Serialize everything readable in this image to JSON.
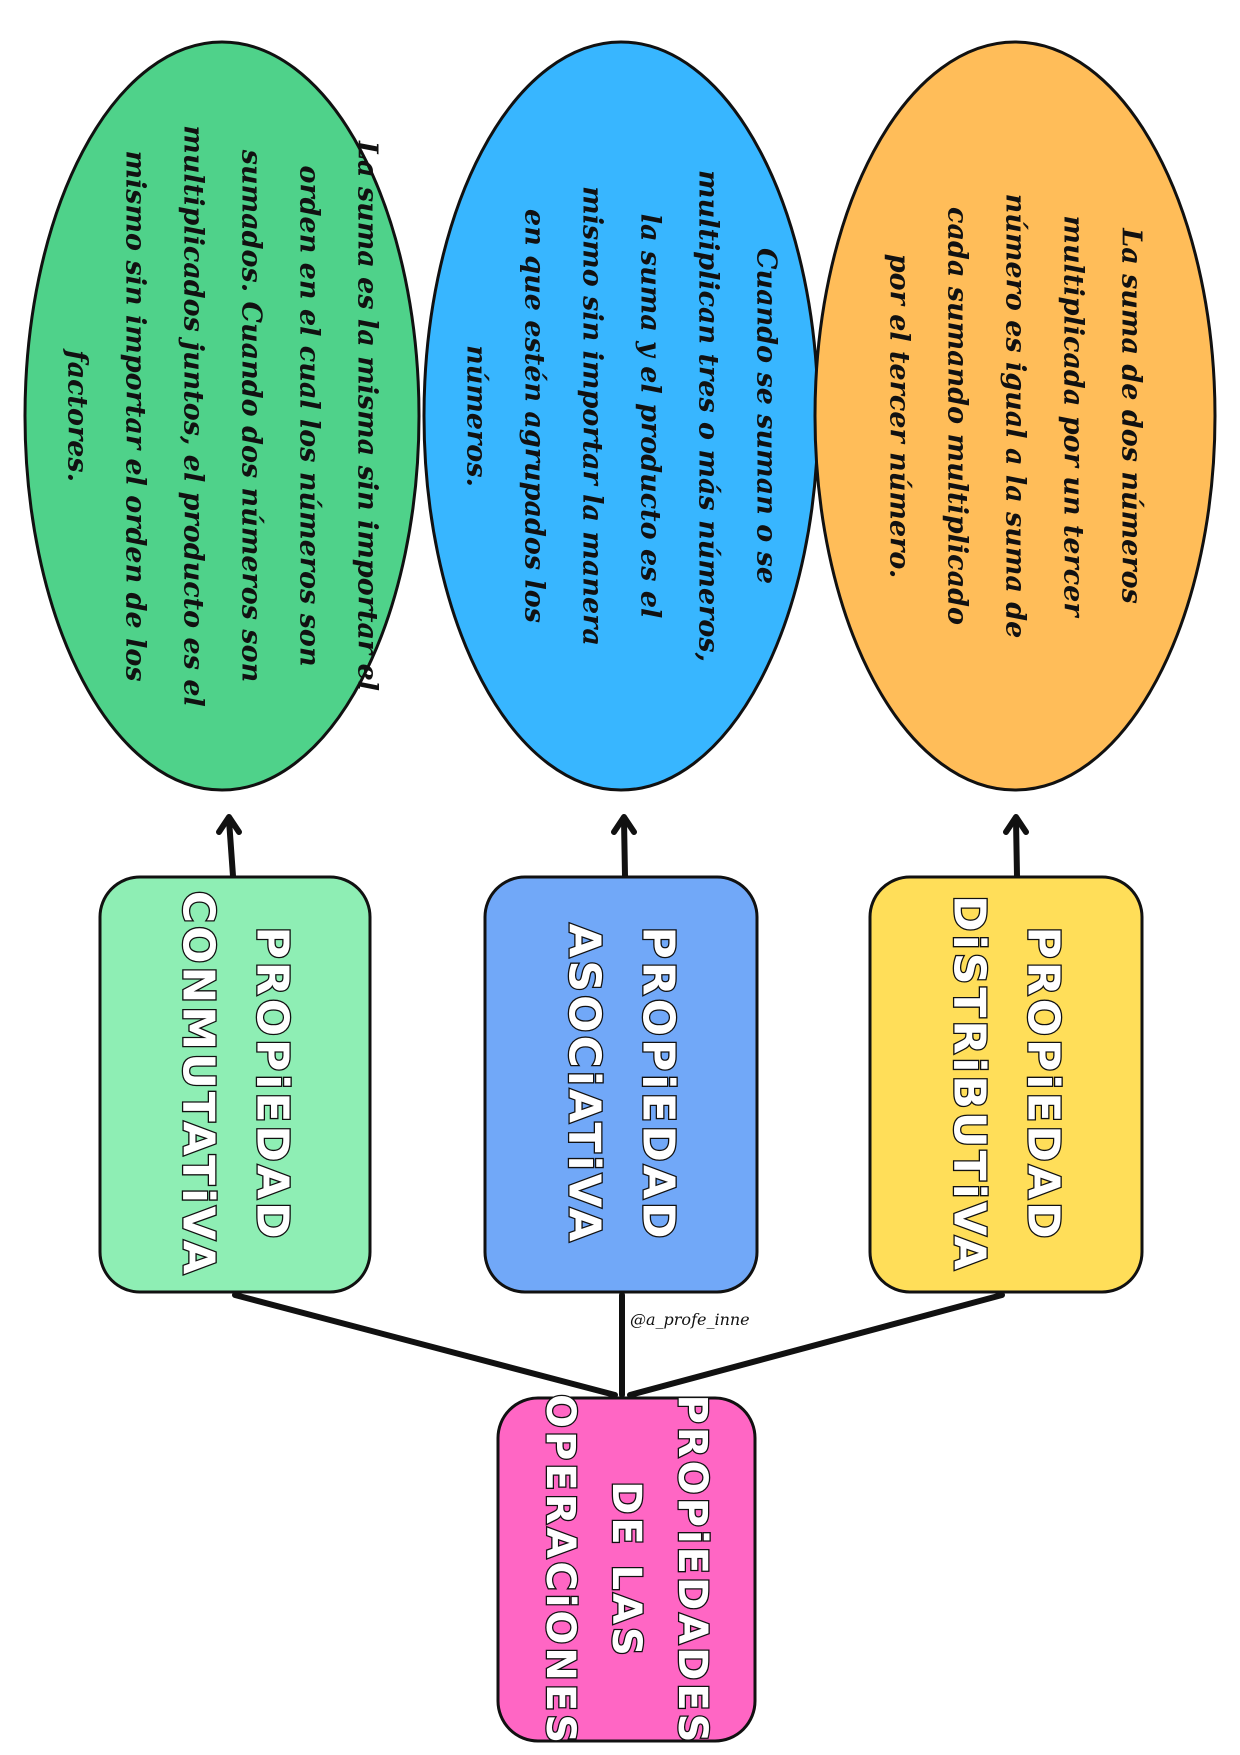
{
  "root": {
    "lines": [
      "PROPiEDADES",
      "DE LAS",
      "OPERACiONES"
    ],
    "color": "#ff66c4"
  },
  "properties": [
    {
      "id": "conmutativa",
      "box_lines": [
        "PROPiEDAD",
        "CONMUTATiVA"
      ],
      "box_color": "#8eeeb4",
      "oval_color": "#4fd28a",
      "description_lines": [
        "La suma es la misma sin importar el",
        "orden en el cual los números son",
        "sumados. Cuando dos números son",
        "multiplicados juntos, el producto es el",
        "mismo sin importar el orden de los",
        "factores."
      ]
    },
    {
      "id": "asociativa",
      "box_lines": [
        "PROPiEDAD",
        "ASOCiATiVA"
      ],
      "box_color": "#71a8f8",
      "oval_color": "#38b6ff",
      "description_lines": [
        "Cuando se suman o se",
        "multiplican tres o más números,",
        "la suma y el producto es el",
        "mismo sin importar la manera",
        "en que estén agrupados los",
        "números."
      ]
    },
    {
      "id": "distributiva",
      "box_lines": [
        "PROPiEDAD",
        "DiSTRiBUTiVA"
      ],
      "box_color": "#ffde59",
      "oval_color": "#ffbd59",
      "description_lines": [
        "La suma de dos números",
        "multiplicada por un tercer",
        "número es igual a la suma de",
        "cada sumando multiplicado",
        "por el tercer número."
      ]
    }
  ],
  "watermark": "@a_profe_inne"
}
